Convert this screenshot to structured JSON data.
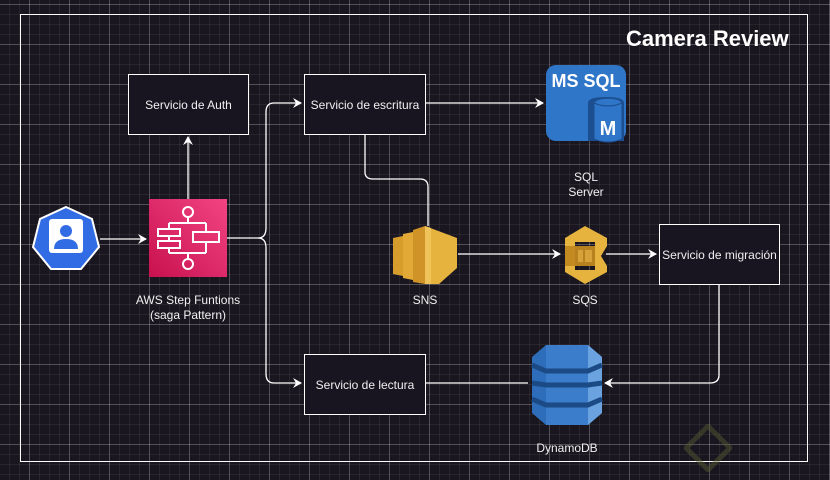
{
  "diagram": {
    "title": "Camera Review",
    "nodes": {
      "user": {
        "label": "",
        "icon": "user-icon"
      },
      "step_functions": {
        "label_line1": "AWS Step Funtions",
        "label_line2": "(saga Pattern)",
        "icon": "step-functions-icon"
      },
      "auth": {
        "label": "Servicio de Auth"
      },
      "escritura": {
        "label": "Servicio de escritura"
      },
      "lectura": {
        "label": "Servicio de lectura"
      },
      "migracion": {
        "label": "Servicio de migración"
      },
      "sqlserver": {
        "label_line1": "SQL",
        "label_line2": "Server",
        "icon_text": "MS SQL",
        "icon_badge": "M"
      },
      "sns": {
        "label": "SNS"
      },
      "sqs": {
        "label": "SQS"
      },
      "dynamodb": {
        "label": "DynamoDB"
      }
    },
    "edges": [
      {
        "from": "user",
        "to": "step_functions"
      },
      {
        "from": "step_functions",
        "to": "auth"
      },
      {
        "from": "step_functions",
        "to": "escritura"
      },
      {
        "from": "step_functions",
        "to": "lectura"
      },
      {
        "from": "escritura",
        "to": "sqlserver"
      },
      {
        "from": "escritura",
        "to": "sns"
      },
      {
        "from": "sns",
        "to": "sqs"
      },
      {
        "from": "sqs",
        "to": "migracion"
      },
      {
        "from": "migracion",
        "to": "dynamodb"
      },
      {
        "from": "dynamodb",
        "to": "lectura"
      }
    ],
    "colors": {
      "background": "#19161f",
      "step_functions": "#e7157b",
      "user_icon": "#326ce5",
      "sql": "#2f75c8",
      "aws_orange": "#e7b33f",
      "dynamo": "#3b7ccb"
    }
  }
}
